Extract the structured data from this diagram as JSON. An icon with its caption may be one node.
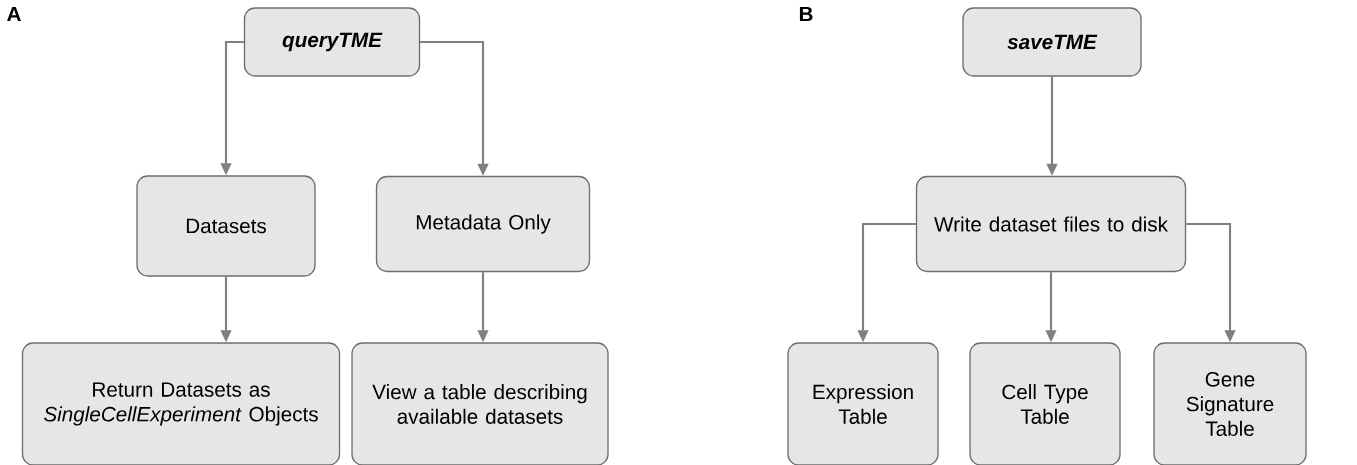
{
  "diagram": {
    "nodes": [
      {
        "text": [
          "queryTME"
        ]
      },
      {
        "text": [
          "Datasets"
        ]
      },
      {
        "text": [
          "Metadata Only"
        ]
      },
      {
        "text": [
          "Return Datasets as *SingleCellExperiment* Objects"
        ]
      },
      {
        "text": [
          "View a table describing available datasets"
        ]
      },
      {
        "text": [
          "saveTME"
        ]
      },
      {
        "text": [
          "Write dataset files to disk"
        ]
      },
      {
        "text": [
          "Expression Table"
        ]
      },
      {
        "text": [
          "Cell Type Table"
        ]
      },
      {
        "text": [
          "Gene Signature Table"
        ]
      }
    ],
    "edges": [
      {
        "from": 0,
        "to": 1,
        "arrow": "to"
      },
      {
        "from": 0,
        "to": 2,
        "arrow": "to"
      },
      {
        "from": 1,
        "to": 3,
        "arrow": "to"
      },
      {
        "from": 2,
        "to": 4,
        "arrow": "to"
      },
      {
        "from": 5,
        "to": 6,
        "arrow": "to"
      },
      {
        "from": 6,
        "to": 7,
        "arrow": "to"
      },
      {
        "from": 6,
        "to": 8,
        "arrow": "to"
      },
      {
        "from": 6,
        "to": 9,
        "arrow": "to"
      }
    ],
    "labels": [
      "A",
      "B"
    ]
  }
}
